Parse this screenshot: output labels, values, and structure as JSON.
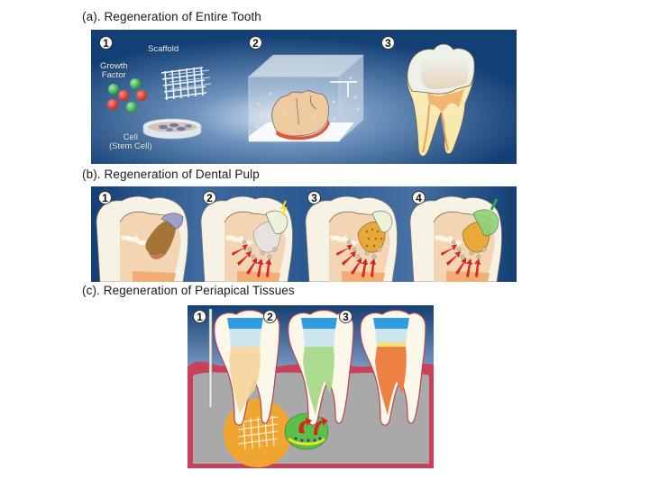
{
  "figure": {
    "sections": [
      {
        "id": "a",
        "title": "(a). Regeneration of Entire Tooth",
        "steps": [
          {
            "number": "1",
            "labels": {
              "growth_factor": "Growth Factor",
              "growth_factor_line1": "Growth",
              "growth_factor_line2": "Factor",
              "scaffold": "Scaffold",
              "cell_line1": "Cell",
              "cell_line2": "(Stem Cell)"
            }
          },
          {
            "number": "2"
          },
          {
            "number": "3"
          }
        ]
      },
      {
        "id": "b",
        "title": "(b). Regeneration of Dental Pulp",
        "steps": [
          {
            "number": "1"
          },
          {
            "number": "2"
          },
          {
            "number": "3"
          },
          {
            "number": "4"
          }
        ]
      },
      {
        "id": "c",
        "title": "(c). Regeneration of Periapical Tissues",
        "steps": [
          {
            "number": "1"
          },
          {
            "number": "2"
          },
          {
            "number": "3"
          }
        ]
      }
    ],
    "colors": {
      "panel_bg_dark": "#0f3a6e",
      "panel_bg_light": "#5f86b5",
      "enamel": "#f4f6f0",
      "dentin": "#f7efc4",
      "pulp": "#f0b070",
      "growth_factor_red": "#d8342a",
      "growth_factor_green": "#2ea84a",
      "gingiva": "#c8405a",
      "bone": "#a9a9a9",
      "regen_green": "#8fd07a",
      "scaffold_orange": "#f0a530"
    }
  }
}
